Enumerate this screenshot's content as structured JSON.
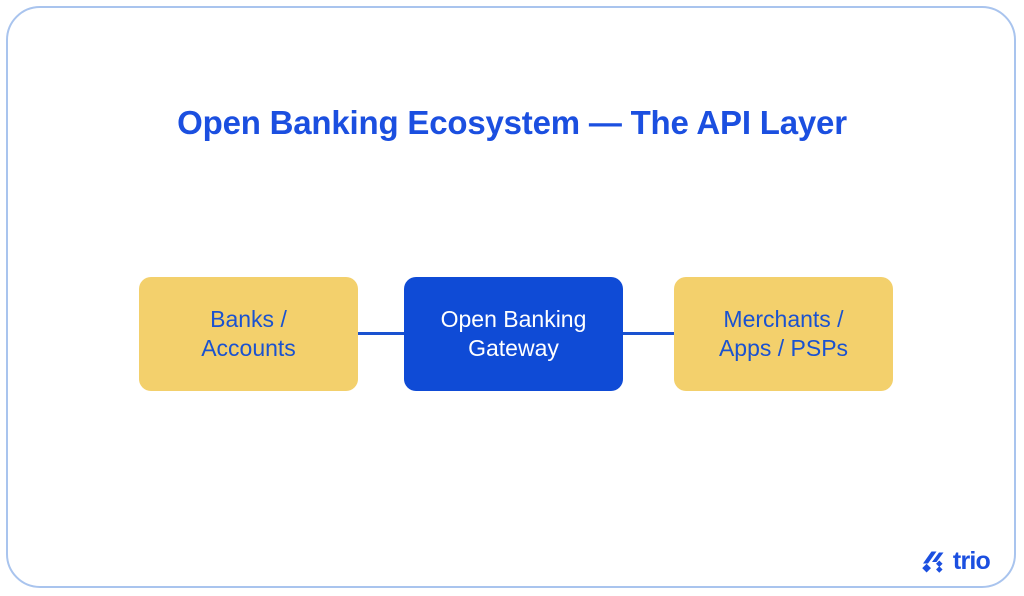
{
  "frame": {
    "border_color": "#a9c4ee",
    "background": "#ffffff"
  },
  "title": "Open Banking Ecosystem — The API Layer",
  "diagram": {
    "type": "flow",
    "orientation": "horizontal",
    "nodes": [
      {
        "id": "banks-accounts",
        "label": "Banks /\nAccounts",
        "fill": "#f3d06c",
        "text_color": "#1a52d0"
      },
      {
        "id": "open-banking-gateway",
        "label": "Open Banking\nGateway",
        "fill": "#0f4bd6",
        "text_color": "#ffffff"
      },
      {
        "id": "merchants-apps-psps",
        "label": "Merchants /\nApps / PSPs",
        "fill": "#f3d06c",
        "text_color": "#1a52d0"
      }
    ],
    "connectors": [
      {
        "id": "banks-to-gateway",
        "from": "banks-accounts",
        "to": "open-banking-gateway",
        "color": "#1a52d0"
      },
      {
        "id": "gateway-to-merchants",
        "from": "open-banking-gateway",
        "to": "merchants-apps-psps",
        "color": "#1a52d0"
      }
    ]
  },
  "logo": {
    "wordmark": "trio",
    "mark_icon": "trio-slashes-icon",
    "color": "#1b4fe0"
  },
  "colors": {
    "accent_blue": "#1b4fe0",
    "gateway_blue": "#0f4bd6",
    "node_gold": "#f3d06c",
    "frame_blue": "#a9c4ee"
  }
}
